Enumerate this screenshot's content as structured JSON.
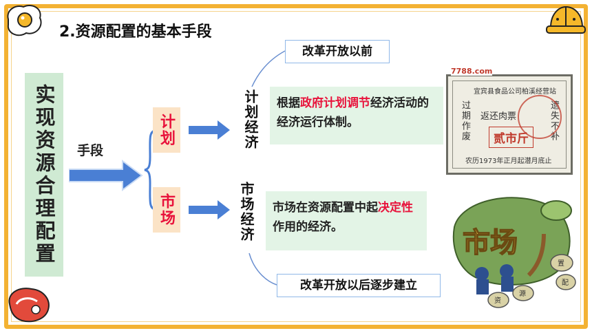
{
  "title": "2.资源配置的基本手段",
  "main_box": "实现资源合理配置",
  "means_label": "手段",
  "branches": {
    "plan": {
      "tag": "计划",
      "label": "计划经济",
      "desc_pre": "根据",
      "desc_hl": "政府计划调节",
      "desc_post": "经济活动的经济运行体制。",
      "note": "改革开放以前"
    },
    "market": {
      "tag": "市场",
      "label": "市场经济",
      "desc_pre": "市场在资源配置中起",
      "desc_hl": "决定性",
      "desc_post": "作用的经济。",
      "note": "改革开放以后逐步建立"
    }
  },
  "ticket": {
    "site": "7788.com",
    "top_line": "宜宾县食品公司柏溪经营站",
    "left": "过期作废",
    "right": "遗失不补",
    "name": "返还肉票",
    "amount": "贰市斤",
    "footer": "农历1973年正月起潜月底止"
  },
  "market_image": {
    "big_text": "市场",
    "bowls": [
      "资",
      "源",
      "配",
      "置"
    ]
  },
  "colors": {
    "frame": "#f3b233",
    "highlight": "#e8123b",
    "arrow": "#4a7fd4",
    "green_box": "#cfead3",
    "desc_box": "#e3f4e6"
  },
  "icons": [
    "fried-egg-icon",
    "hard-hat-icon",
    "steak-icon"
  ]
}
